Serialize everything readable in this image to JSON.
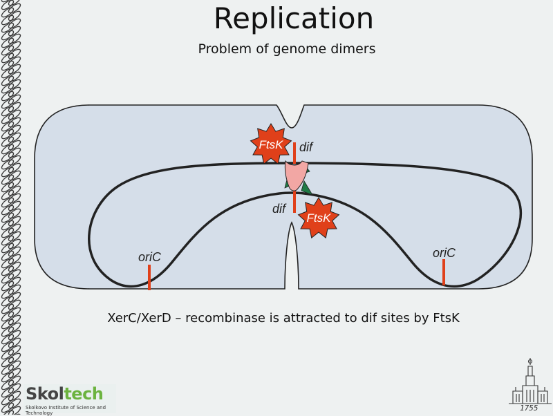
{
  "slide": {
    "title": "Replication",
    "subtitle": "Problem of genome dimers",
    "caption": "XerC/XerD – recombinase is attracted to dif sites by FtsK"
  },
  "diagram": {
    "labels": {
      "ftsk_top": "FtsK",
      "ftsk_bottom": "FtsK",
      "dif_top": "dif",
      "dif_bottom": "dif",
      "oric_left": "oriC",
      "oric_right": "oriC"
    },
    "colors": {
      "cell_fill": "#d5dee9",
      "outline": "#222222",
      "site_marker": "#e0401a",
      "ftsk_fill": "#e0401a",
      "recombinase_pink": "#f2a7a4",
      "recombinase_green": "#1f7a46"
    }
  },
  "logo": {
    "word_part1": "Skol",
    "word_part2": "tech",
    "tagline": "Skolkovo Institute of Science and Technology"
  },
  "emblem": {
    "year": "1755"
  }
}
